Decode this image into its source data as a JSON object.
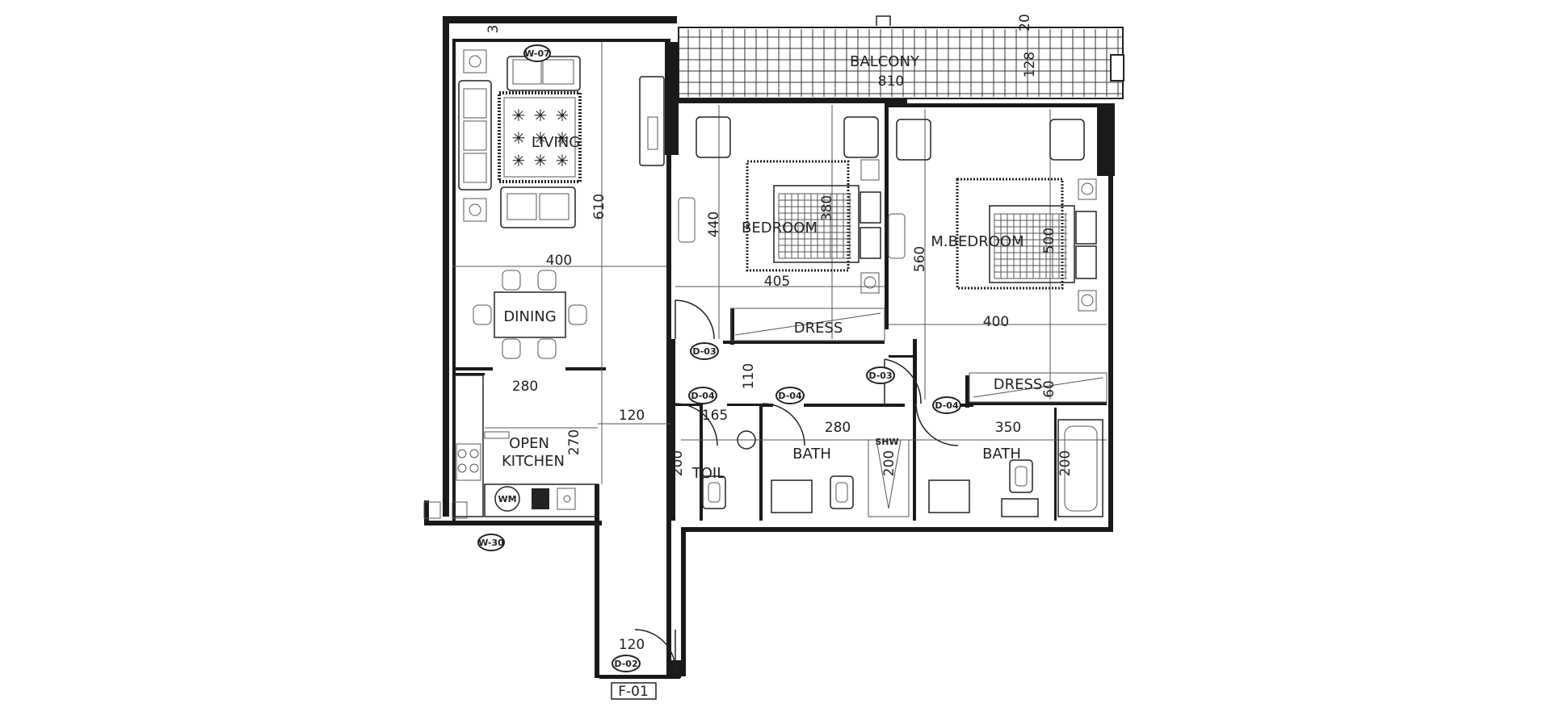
{
  "rooms": {
    "balcony": "BALCONY",
    "living": "LIVING",
    "dining": "DINING",
    "open_kitchen_line1": "OPEN",
    "open_kitchen_line2": "KITCHEN",
    "bedroom": "BEDROOM",
    "master_bedroom": "M.BEDROOM",
    "dress1": "DRESS",
    "dress2": "DRESS",
    "toilet": "TOIL",
    "bath1": "BATH",
    "bath2": "BATH",
    "shower": "SHW"
  },
  "dimensions": {
    "balcony_width": "810",
    "balcony_depth": "128",
    "balcony_small": "20",
    "living_depth": "610",
    "living_width": "400",
    "living_small": "3",
    "dining_kitchen_width": "280",
    "corridor_width": "120",
    "kitchen_depth": "270",
    "bedroom_depth": "440",
    "bedroom_width": "405",
    "bedroom_inner": "380",
    "mbed_depth": "560",
    "mbed_width": "400",
    "mbed_inner": "500",
    "hall_gap": "110",
    "toilet_width": "165",
    "toilet_depth": "200",
    "bath1_width": "280",
    "bath1_depth": "200",
    "bath2_width": "350",
    "bath2_depth": "200",
    "dress2_depth": "60",
    "entry_width": "120"
  },
  "tags": {
    "window_living": "W-07",
    "window_kitchen": "W-30",
    "door_bed": "D-03",
    "door_mbed": "D-03",
    "door_toilet": "D-04",
    "door_bath1": "D-04",
    "door_bath2": "D-04",
    "door_entry": "D-02",
    "appliance_wm": "WM",
    "flat_tag": "F-01"
  }
}
